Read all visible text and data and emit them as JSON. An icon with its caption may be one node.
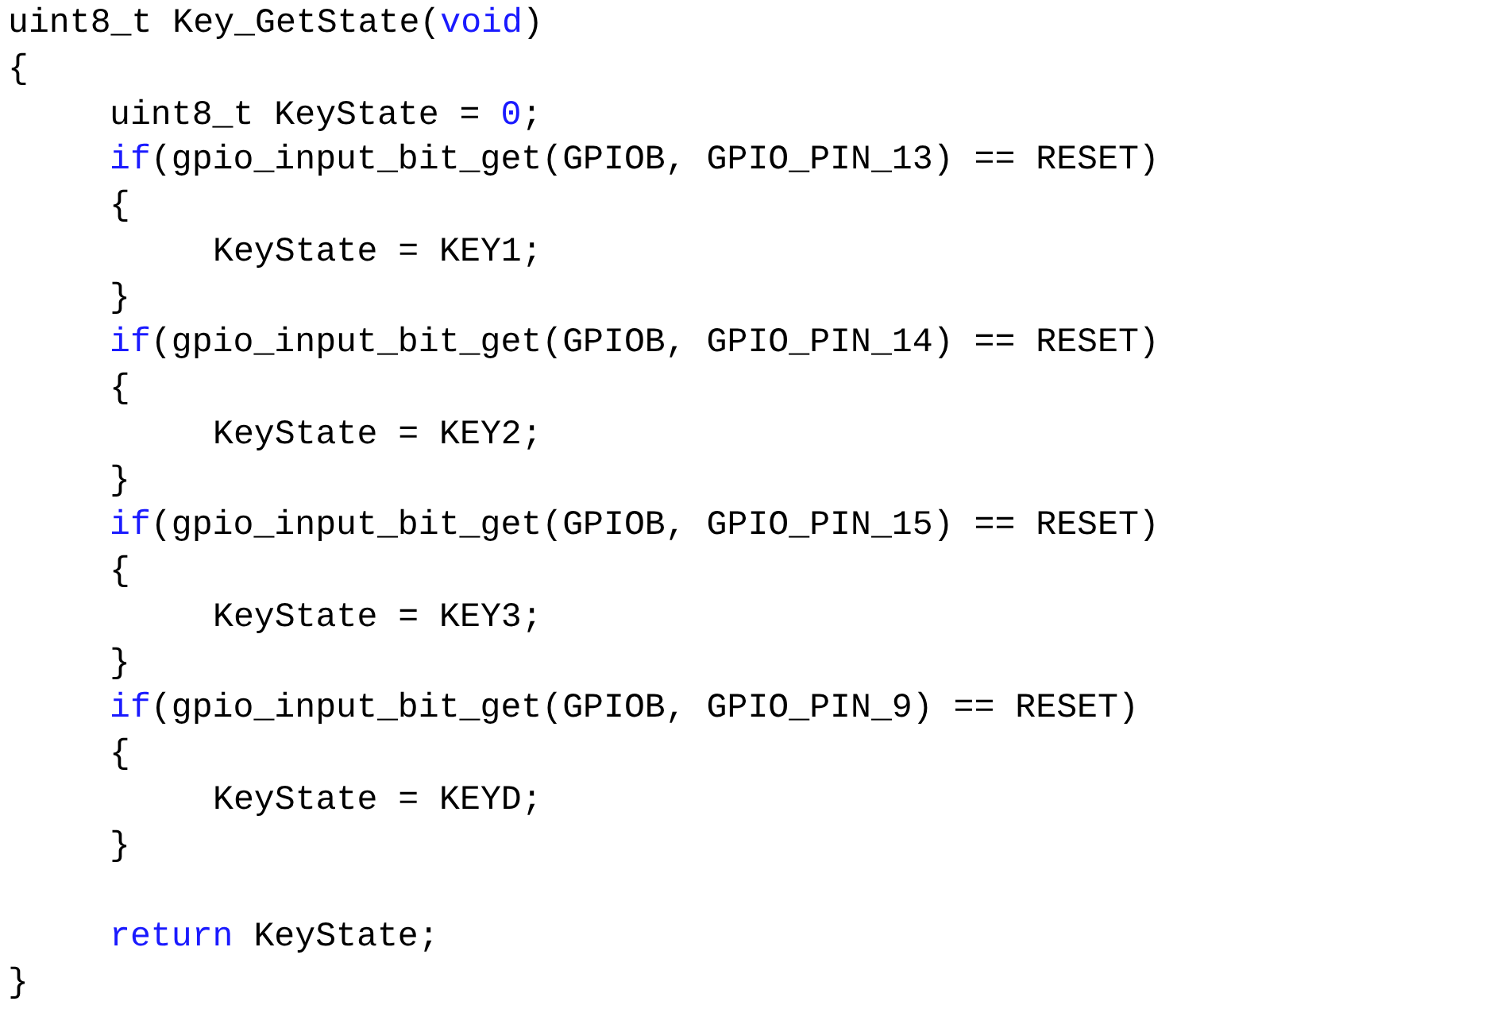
{
  "diagram": {
    "labels": [
      "uint8_t Key_GetState(void)",
      "{",
      "uint8_t KeyState = 0;",
      "if(gpio_input_bit_get(GPIOB, GPIO_PIN_13) == RESET)",
      "{",
      "KeyState = KEY1;",
      "}",
      "if(gpio_input_bit_get(GPIOB, GPIO_PIN_14) == RESET)",
      "{",
      "KeyState = KEY2;",
      "}",
      "if(gpio_input_bit_get(GPIOB, GPIO_PIN_15) == RESET)",
      "{",
      "KeyState = KEY3;",
      "}",
      "if(gpio_input_bit_get(GPIOB, GPIO_PIN_9) == RESET)",
      "{",
      "KeyState = KEYD;",
      "}",
      "return KeyState;",
      "}"
    ]
  }
}
